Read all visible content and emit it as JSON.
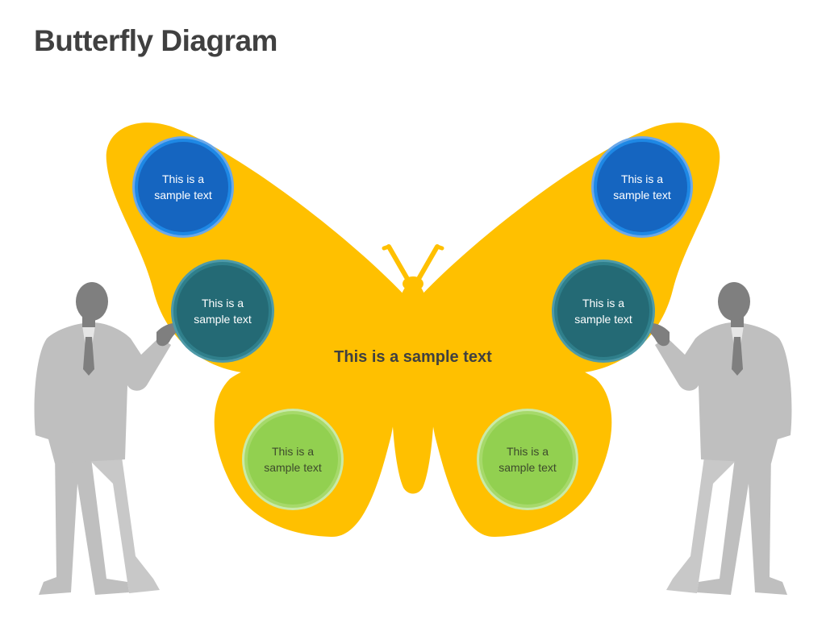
{
  "title": "Butterfly Diagram",
  "center_text": "This is a sample text",
  "bubbles": [
    {
      "text": "This is a sample text",
      "fill": "#1565c0",
      "ring": "#6aa8ea"
    },
    {
      "text": "This is a sample text",
      "fill": "#1565c0",
      "ring": "#6aa8ea"
    },
    {
      "text": "This is a sample text",
      "fill": "#246a75",
      "ring": "#4e9aa8"
    },
    {
      "text": "This is a sample text",
      "fill": "#246a75",
      "ring": "#4e9aa8"
    },
    {
      "text": "This is a sample text",
      "fill": "#92d050",
      "ring": "#c9eaa8"
    },
    {
      "text": "This is a sample text",
      "fill": "#92d050",
      "ring": "#c9eaa8"
    }
  ],
  "colors": {
    "butterfly": "#ffc000",
    "silhouette_suit": "#bfbfbf",
    "silhouette_head": "#7f7f7f",
    "title": "#404040"
  }
}
